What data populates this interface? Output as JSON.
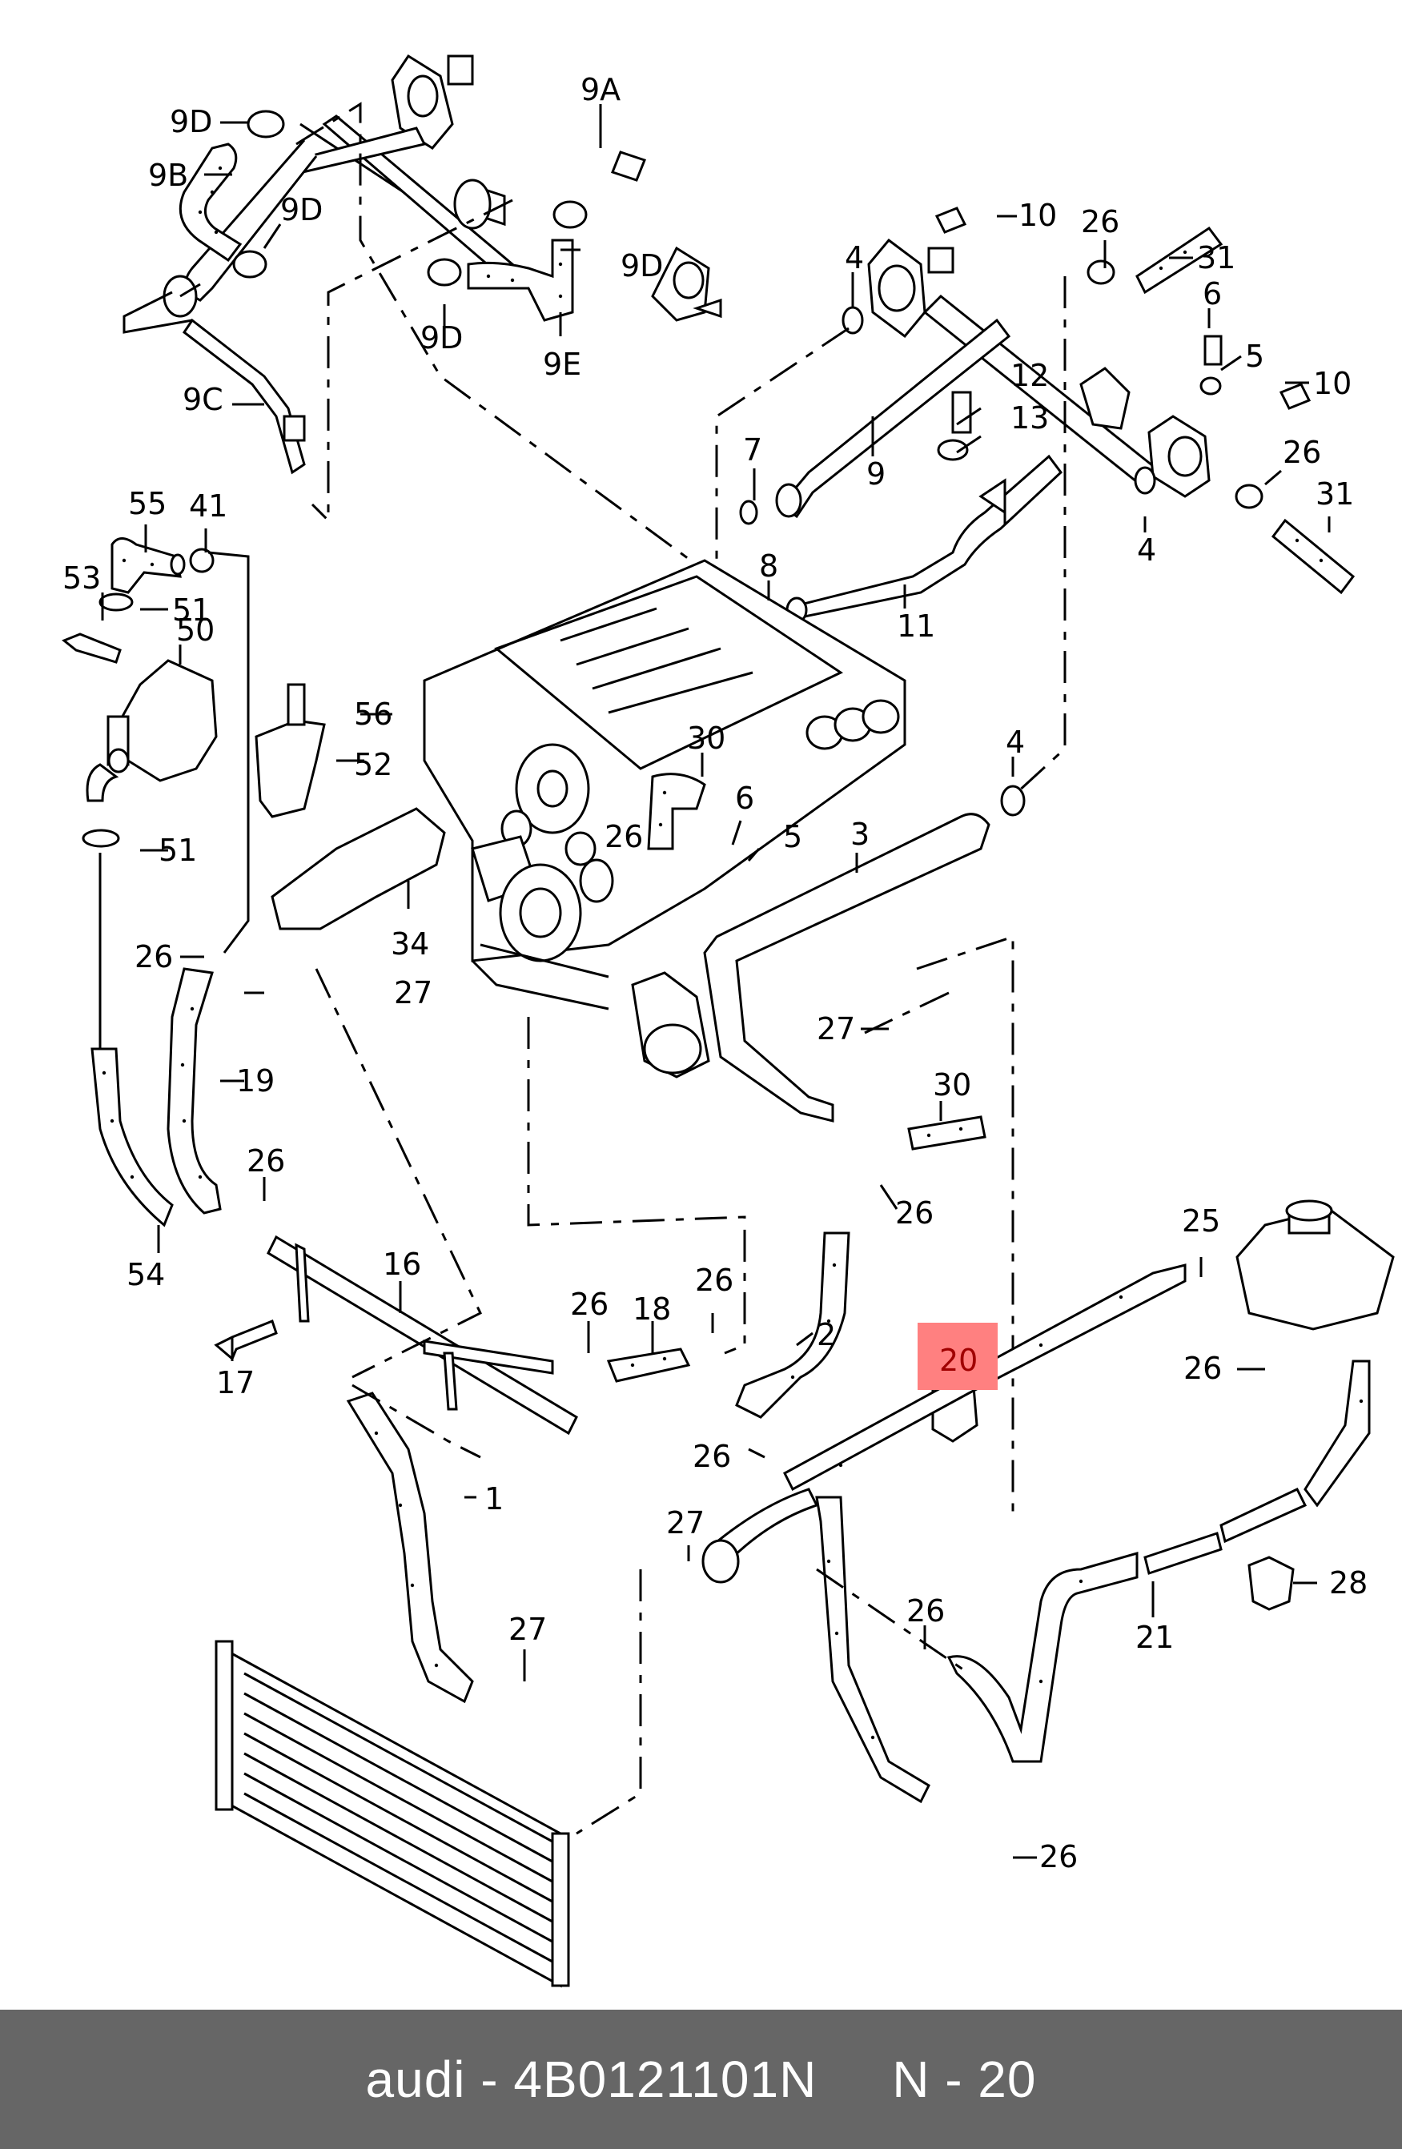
{
  "caption": {
    "brand": "audi",
    "separator": " - ",
    "part_number": "4B0121101N",
    "gap": "     ",
    "callout": "N - 20"
  },
  "highlight": {
    "label": "20",
    "color": "#ff8080"
  },
  "callouts": [
    {
      "id": "9D-a",
      "label": "9D"
    },
    {
      "id": "9B",
      "label": "9B"
    },
    {
      "id": "9D-b",
      "label": "9D"
    },
    {
      "id": "9C",
      "label": "9C"
    },
    {
      "id": "9A",
      "label": "9A"
    },
    {
      "id": "9D-c",
      "label": "9D"
    },
    {
      "id": "9D-d",
      "label": "9D"
    },
    {
      "id": "9E",
      "label": "9E"
    },
    {
      "id": "10-a",
      "label": "10"
    },
    {
      "id": "26-a",
      "label": "26"
    },
    {
      "id": "31-a",
      "label": "31"
    },
    {
      "id": "4-a",
      "label": "4"
    },
    {
      "id": "6-a",
      "label": "6"
    },
    {
      "id": "5-a",
      "label": "5"
    },
    {
      "id": "10-b",
      "label": "10"
    },
    {
      "id": "12",
      "label": "12"
    },
    {
      "id": "13",
      "label": "13"
    },
    {
      "id": "7",
      "label": "7"
    },
    {
      "id": "9",
      "label": "9"
    },
    {
      "id": "26-b",
      "label": "26"
    },
    {
      "id": "31-b",
      "label": "31"
    },
    {
      "id": "4-b",
      "label": "4"
    },
    {
      "id": "8",
      "label": "8"
    },
    {
      "id": "11",
      "label": "11"
    },
    {
      "id": "55",
      "label": "55"
    },
    {
      "id": "41",
      "label": "41"
    },
    {
      "id": "53",
      "label": "53"
    },
    {
      "id": "51-a",
      "label": "51"
    },
    {
      "id": "50",
      "label": "50"
    },
    {
      "id": "56",
      "label": "56"
    },
    {
      "id": "52",
      "label": "52"
    },
    {
      "id": "51-b",
      "label": "51"
    },
    {
      "id": "30-a",
      "label": "30"
    },
    {
      "id": "6-b",
      "label": "6"
    },
    {
      "id": "5-b",
      "label": "5"
    },
    {
      "id": "26-c",
      "label": "26"
    },
    {
      "id": "3",
      "label": "3"
    },
    {
      "id": "4-c",
      "label": "4"
    },
    {
      "id": "34",
      "label": "34"
    },
    {
      "id": "26-d",
      "label": "26"
    },
    {
      "id": "27-a",
      "label": "27"
    },
    {
      "id": "27-b",
      "label": "27"
    },
    {
      "id": "30-b",
      "label": "30"
    },
    {
      "id": "19",
      "label": "19"
    },
    {
      "id": "26-e",
      "label": "26"
    },
    {
      "id": "26-f",
      "label": "26"
    },
    {
      "id": "54",
      "label": "54"
    },
    {
      "id": "16",
      "label": "16"
    },
    {
      "id": "17",
      "label": "17"
    },
    {
      "id": "26-g",
      "label": "26"
    },
    {
      "id": "18",
      "label": "18"
    },
    {
      "id": "26-h",
      "label": "26"
    },
    {
      "id": "2",
      "label": "2"
    },
    {
      "id": "26-i",
      "label": "26"
    },
    {
      "id": "25",
      "label": "25"
    },
    {
      "id": "26-j",
      "label": "26"
    },
    {
      "id": "20",
      "label": "20"
    },
    {
      "id": "1",
      "label": "1"
    },
    {
      "id": "27-c",
      "label": "27"
    },
    {
      "id": "26-k",
      "label": "26"
    },
    {
      "id": "28",
      "label": "28"
    },
    {
      "id": "21",
      "label": "21"
    },
    {
      "id": "27-d",
      "label": "27"
    },
    {
      "id": "26-l",
      "label": "26"
    }
  ]
}
